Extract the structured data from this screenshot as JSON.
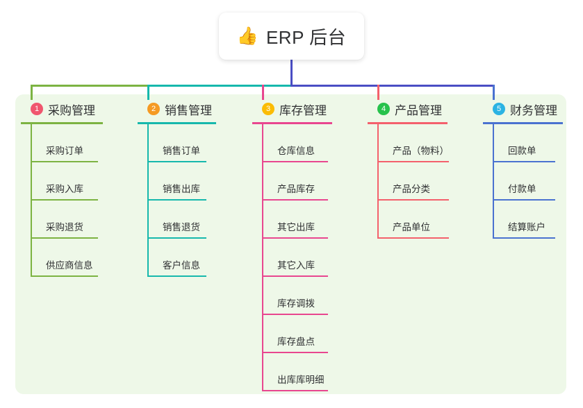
{
  "root": {
    "icon": "thumbs-up-icon",
    "icon_glyph": "👍",
    "title": "ERP 后台"
  },
  "theme": {
    "page_background": "#ffffff",
    "panel_background": "#eef8e8",
    "card_background": "#ffffff",
    "text_color": "#303133",
    "trunk_color": "#4a4ec4"
  },
  "columns": [
    {
      "index": "1",
      "title": "采购管理",
      "badge_color": "#f0566e",
      "line_color": "#7cb342",
      "bus_color": "#7cb342",
      "items": [
        {
          "label": "采购订单"
        },
        {
          "label": "采购入库"
        },
        {
          "label": "采购退货"
        },
        {
          "label": "供应商信息"
        }
      ]
    },
    {
      "index": "2",
      "title": "销售管理",
      "badge_color": "#f59a23",
      "line_color": "#16b8ac",
      "bus_color": "#16b8ac",
      "items": [
        {
          "label": "销售订单"
        },
        {
          "label": "销售出库"
        },
        {
          "label": "销售退货"
        },
        {
          "label": "客户信息"
        }
      ]
    },
    {
      "index": "3",
      "title": "库存管理",
      "badge_color": "#fbbc05",
      "line_color": "#e8468f",
      "bus_color": "#4a4ec4",
      "items": [
        {
          "label": "仓库信息"
        },
        {
          "label": "产品库存"
        },
        {
          "label": "其它出库"
        },
        {
          "label": "其它入库"
        },
        {
          "label": "库存调拨"
        },
        {
          "label": "库存盘点"
        },
        {
          "label": "出库库明细"
        }
      ]
    },
    {
      "index": "4",
      "title": "产品管理",
      "badge_color": "#27c24c",
      "line_color": "#f4606c",
      "bus_color": "#4a4ec4",
      "items": [
        {
          "label": "产品（物料）"
        },
        {
          "label": "产品分类"
        },
        {
          "label": "产品单位"
        }
      ]
    },
    {
      "index": "5",
      "title": "财务管理",
      "badge_color": "#2bb3e3",
      "line_color": "#4a72d0",
      "bus_color": "#4a4ec4",
      "items": [
        {
          "label": "回款单"
        },
        {
          "label": "付款单"
        },
        {
          "label": "结算账户"
        }
      ]
    }
  ]
}
